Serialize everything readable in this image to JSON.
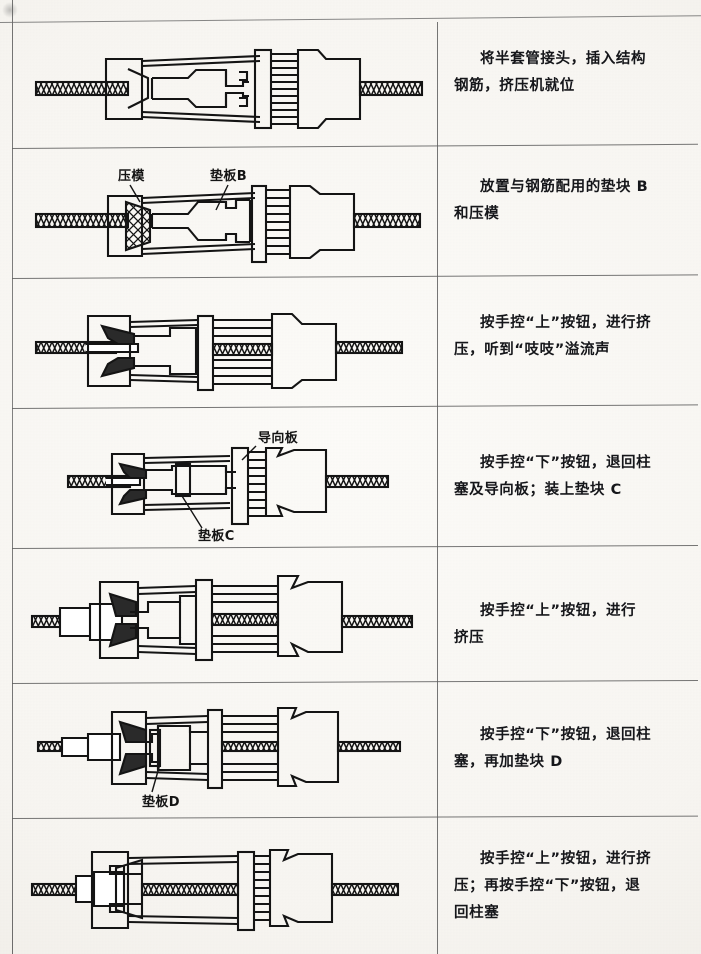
{
  "page": {
    "type": "scanned-textbook-page",
    "orientation": "portrait",
    "column_count": 2,
    "row_count": 7,
    "ink_color": "#141414",
    "paper_color": "#f7f5f1"
  },
  "table": {
    "rows": [
      {
        "index": 1,
        "figure": {
          "name": "step-1-diagram",
          "caption_labels": [],
          "description": "半套管接头插入钢筋，挤压机就位",
          "die_fill": "none",
          "rebar_left": true,
          "rebar_right": true
        },
        "text_lines": [
          "将半套管接头，插入结构",
          "钢筋，挤压机就位"
        ]
      },
      {
        "index": 2,
        "figure": {
          "name": "step-2-diagram",
          "caption_labels": [
            "压模",
            "垫板B"
          ],
          "description": "放置垫块B与压模",
          "die_fill": "hatch",
          "rebar_left": true,
          "rebar_right": true
        },
        "text_lines": [
          "放置与钢筋配用的垫块 B",
          "和压模"
        ]
      },
      {
        "index": 3,
        "figure": {
          "name": "step-3-diagram",
          "caption_labels": [],
          "description": "挤压中，压模闭合",
          "die_fill": "solid",
          "rebar_left": true,
          "rebar_right": true
        },
        "text_lines": [
          "按手控“上”按钮，进行挤",
          "压，听到“吱吱”溢流声"
        ]
      },
      {
        "index": 4,
        "figure": {
          "name": "step-4-diagram",
          "caption_labels": [
            "导向板",
            "垫板C"
          ],
          "description": "退回柱塞及导向板，装上垫块C",
          "die_fill": "solid",
          "rebar_left": true,
          "rebar_right": true
        },
        "text_lines": [
          "按手控“下”按钮，退回柱",
          "塞及导向板；装上垫块 C"
        ]
      },
      {
        "index": 5,
        "figure": {
          "name": "step-5-diagram",
          "caption_labels": [],
          "description": "再次挤压",
          "die_fill": "solid",
          "rebar_left": true,
          "rebar_right": true
        },
        "text_lines": [
          "按手控“上”按钮，进行",
          "挤压"
        ]
      },
      {
        "index": 6,
        "figure": {
          "name": "step-6-diagram",
          "caption_labels": [
            "垫板D"
          ],
          "description": "退回柱塞，加垫块D",
          "die_fill": "solid",
          "rebar_left": true,
          "rebar_right": true
        },
        "text_lines": [
          "按手控“下”按钮，退回柱",
          "塞，再加垫块 D"
        ]
      },
      {
        "index": 7,
        "figure": {
          "name": "step-7-diagram",
          "caption_labels": [],
          "description": "最后一次挤压并退回柱塞",
          "die_fill": "none",
          "rebar_left": true,
          "rebar_right": true
        },
        "text_lines": [
          "按手控“上”按钮，进行挤",
          "压；再按手控“下”按钮，退",
          "回柱塞"
        ]
      }
    ]
  }
}
